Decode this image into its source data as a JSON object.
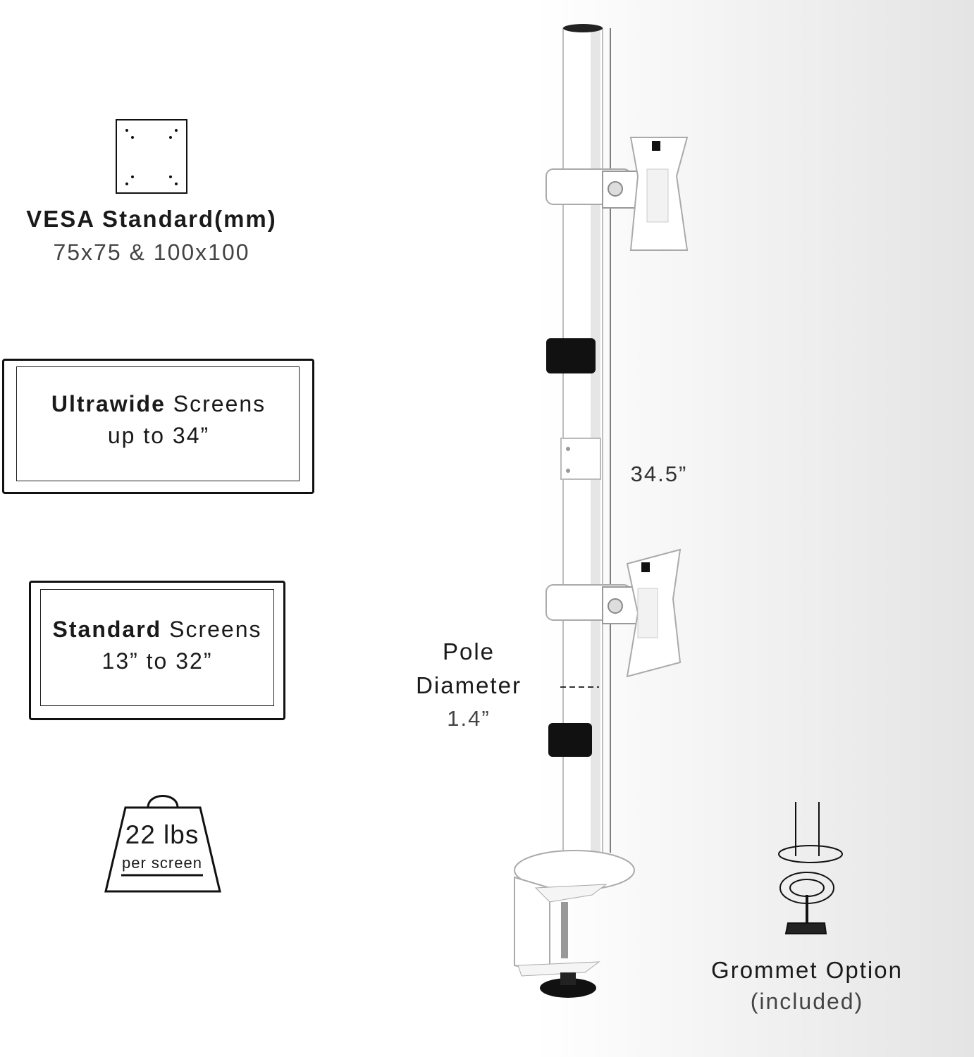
{
  "vesa": {
    "title": "VESA Standard(mm)",
    "sizes": "75x75 & 100x100"
  },
  "ultrawide": {
    "bold": "Ultrawide",
    "rest": " Screens",
    "line2": "up to 34”"
  },
  "standard": {
    "bold": "Standard",
    "rest": " Screens",
    "line2": "13” to 32”"
  },
  "weight": {
    "value": "22 lbs",
    "unit": "per screen"
  },
  "pole": {
    "height": "34.5”",
    "diameter_line1": "Pole",
    "diameter_line2": "Diameter",
    "diameter_value": "1.4”"
  },
  "grommet": {
    "title": "Grommet Option",
    "subtitle": "(included)"
  },
  "colors": {
    "mount_white": "#ffffff",
    "outline": "#1a1a1a",
    "clip_black": "#111111"
  }
}
